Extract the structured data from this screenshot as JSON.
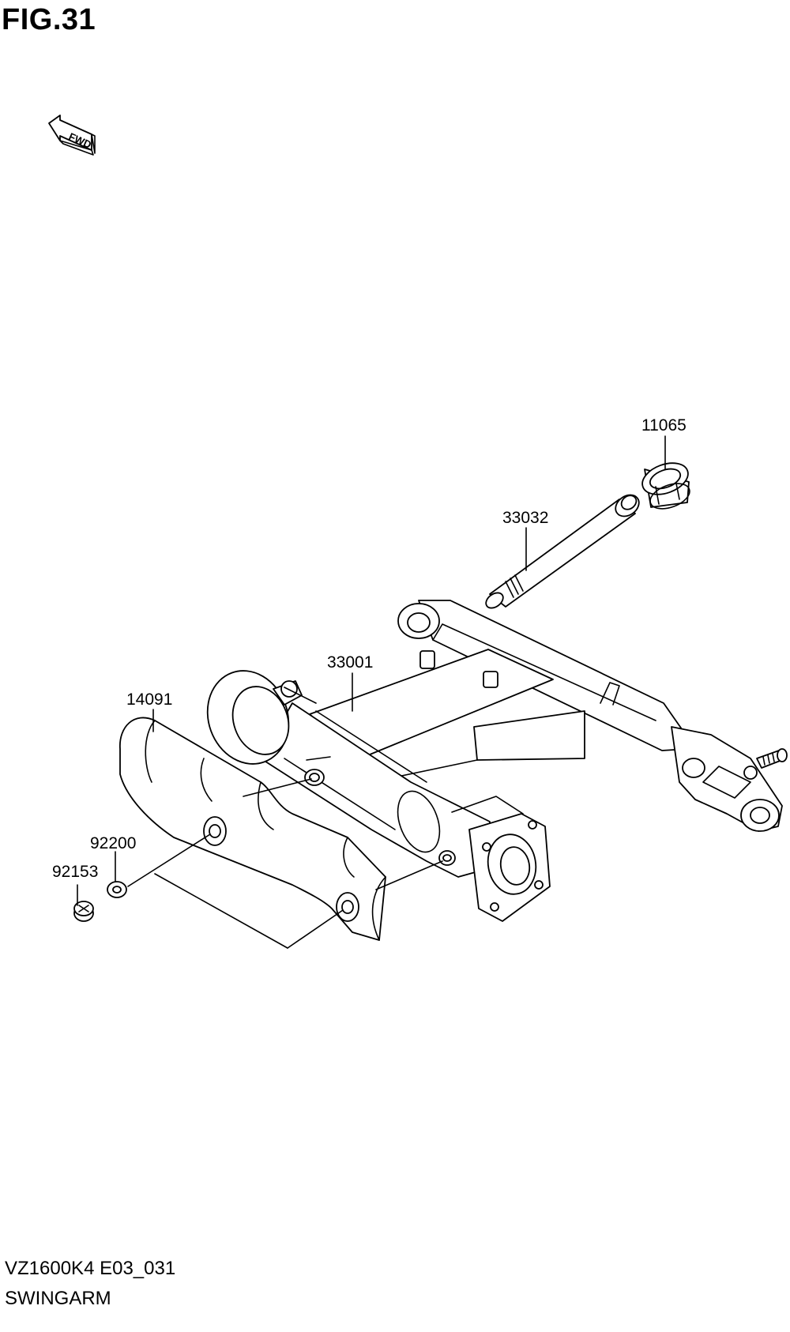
{
  "figure": {
    "title": "FIG.31"
  },
  "direction_indicator": {
    "label": "FWD",
    "icon": "fwd-arrow-icon"
  },
  "parts": [
    {
      "number": "11065"
    },
    {
      "number": "33032"
    },
    {
      "number": "33001"
    },
    {
      "number": "14091"
    },
    {
      "number": "92200"
    },
    {
      "number": "92153"
    }
  ],
  "footer": {
    "model_code": "VZ1600K4 E03_031",
    "section_name": "SWINGARM"
  }
}
